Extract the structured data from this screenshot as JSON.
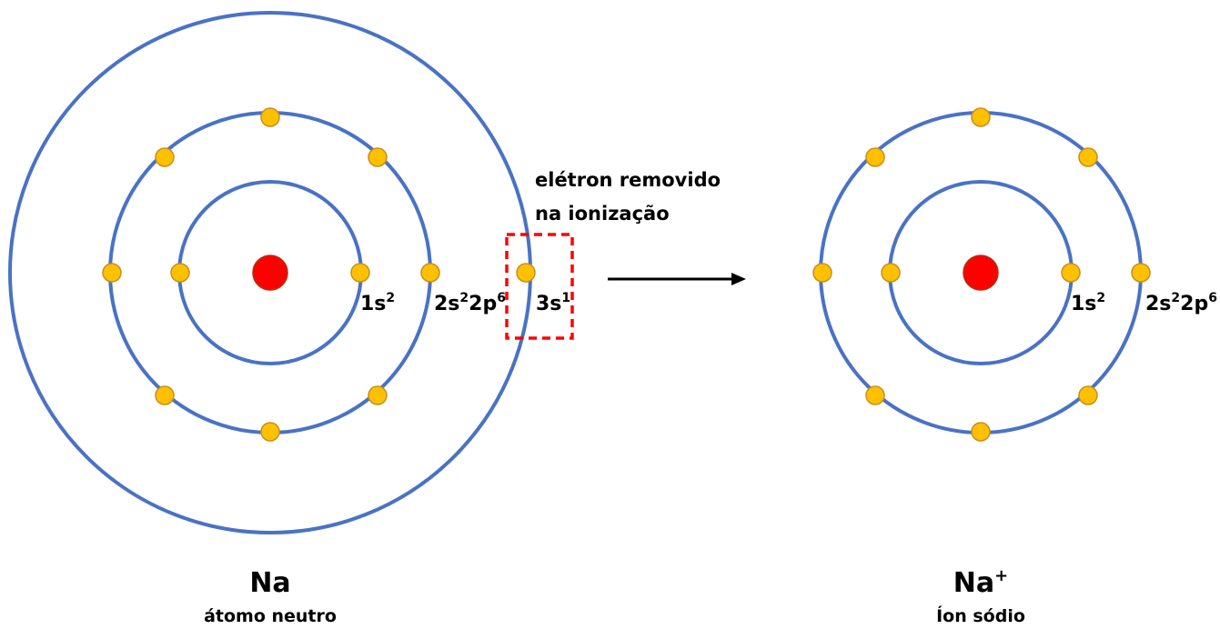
{
  "colors": {
    "shell": "#4a72c4",
    "nucleus": "#ff0000",
    "electron": "#ffc000",
    "highlight": "#ff0000",
    "arrow": "#000000"
  },
  "annotation": {
    "line1": "elétron removido",
    "line2": "na ionização"
  },
  "atom": {
    "shell_labels": {
      "s1_base": "1s",
      "s1_sup": "2",
      "s2_base_a": "2s",
      "s2_sup_a": "2",
      "s2_base_b": "2p",
      "s2_sup_b": "6",
      "s3_base": "3s",
      "s3_sup": "1"
    },
    "symbol": "Na",
    "caption": "átomo neutro"
  },
  "ion": {
    "shell_labels": {
      "s1_base": "1s",
      "s1_sup": "2",
      "s2_base_a": "2s",
      "s2_sup_a": "2",
      "s2_base_b": "2p",
      "s2_sup_b": "6"
    },
    "symbol": "Na",
    "symbol_sup": "+",
    "caption": "Íon sódio"
  }
}
